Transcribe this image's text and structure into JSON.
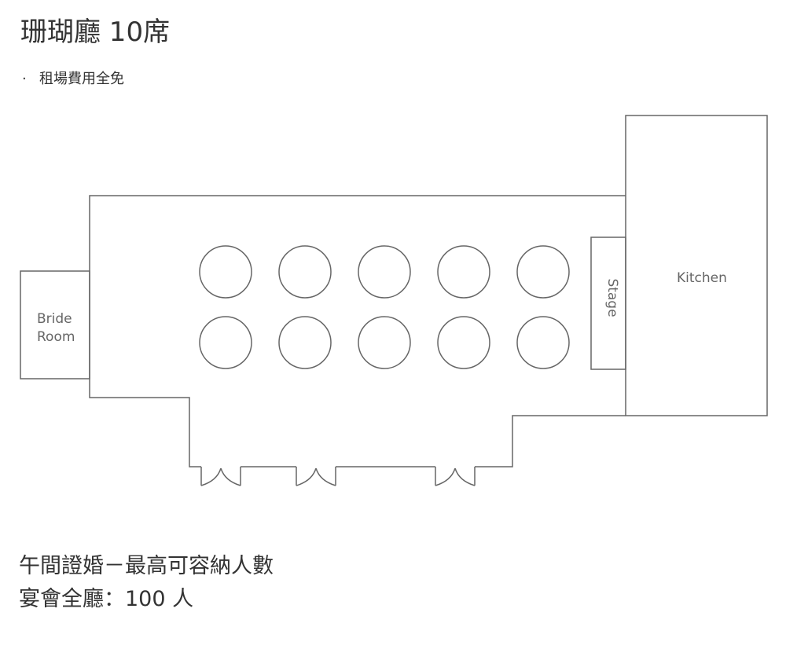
{
  "header": {
    "title": "珊瑚廳 10席",
    "note_bullet": "·",
    "note": "租場費用全免"
  },
  "plan": {
    "rooms": {
      "bride_room_line1": "Bride",
      "bride_room_line2": "Room",
      "stage": "Stage",
      "kitchen": "Kitchen"
    },
    "table_count": 10,
    "line_color": "#666666"
  },
  "footer": {
    "line1": "午間證婚－最高可容納人數",
    "line2": "宴會全廳：100 人"
  }
}
